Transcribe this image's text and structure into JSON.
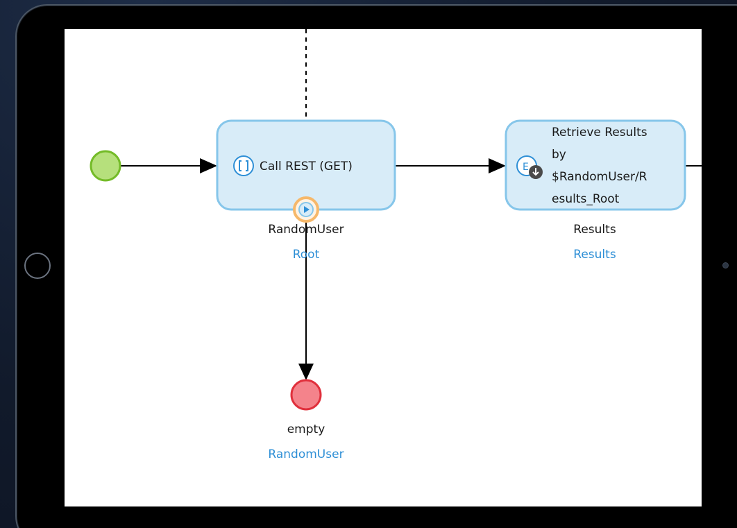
{
  "canvas": {
    "activities": [
      {
        "id": "call-rest",
        "caption": "Call REST (GET)",
        "icon": "rest-call-icon",
        "output_variable": "RandomUser",
        "output_type": "Root"
      },
      {
        "id": "retrieve",
        "caption_lines": [
          "Retrieve Results",
          "by",
          "$RandomUser/R",
          "esults_Root"
        ],
        "icon": "retrieve-entity-icon",
        "output_variable": "Results",
        "output_type": "Results"
      }
    ],
    "start_event": {
      "icon": "start-event-icon"
    },
    "end_event": {
      "icon": "end-event-icon",
      "return_value": "empty",
      "return_type": "RandomUser"
    },
    "error_handler": {
      "icon": "error-handler-icon"
    },
    "colors": {
      "activity_fill": "#d8ecf8",
      "activity_border": "#86c6ea",
      "start_fill": "#b6e07c",
      "start_border": "#74bb28",
      "end_fill": "#f4838b",
      "end_border": "#e0303c",
      "link_blue": "#2e8fd6",
      "handler_ring": "#f6b86a"
    }
  }
}
